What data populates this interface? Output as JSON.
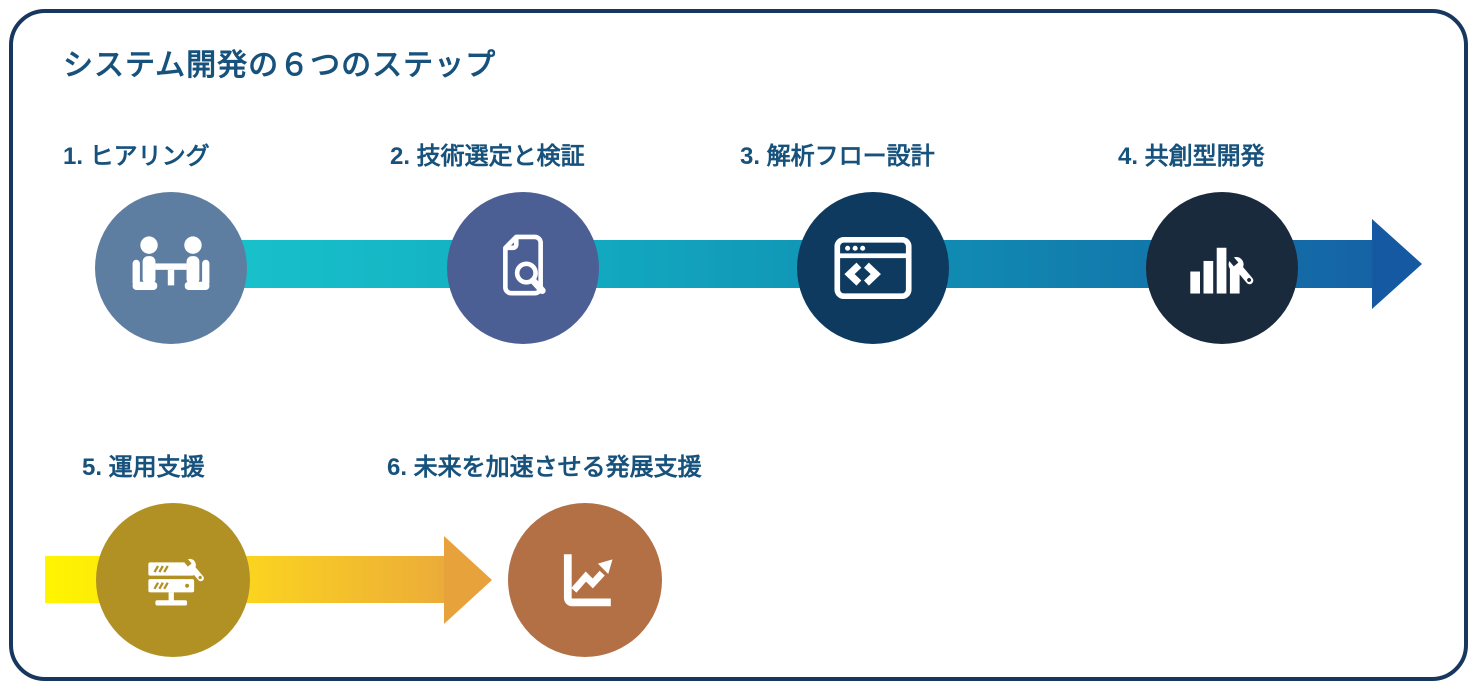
{
  "title": "システム開発の６つのステップ",
  "steps": [
    {
      "label": "1. ヒアリング",
      "icon": "meeting-icon",
      "circle_color": "#5E7EA1"
    },
    {
      "label": "2. 技術選定と検証",
      "icon": "document-search-icon",
      "circle_color": "#4B5F94"
    },
    {
      "label": "3. 解析フロー設計",
      "icon": "code-window-icon",
      "circle_color": "#0E3A60"
    },
    {
      "label": "4. 共創型開発",
      "icon": "chart-wrench-icon",
      "circle_color": "#1A2A3D"
    },
    {
      "label": "5. 運用支援",
      "icon": "server-wrench-icon",
      "circle_color": "#B19124"
    },
    {
      "label": "6. 未来を加速させる発展支援",
      "icon": "growth-chart-icon",
      "circle_color": "#B37045"
    }
  ],
  "colors": {
    "border": "#17375E",
    "text": "#17527D",
    "arrow1_gradient": [
      "#19C5CD",
      "#13AEC2",
      "#1090B4",
      "#1563A5"
    ],
    "arrowhead1": "#1459A2",
    "arrow2_gradient": [
      "#FFF500",
      "#FBD41F",
      "#ECAC39"
    ],
    "arrowhead2": "#E8A23C"
  }
}
